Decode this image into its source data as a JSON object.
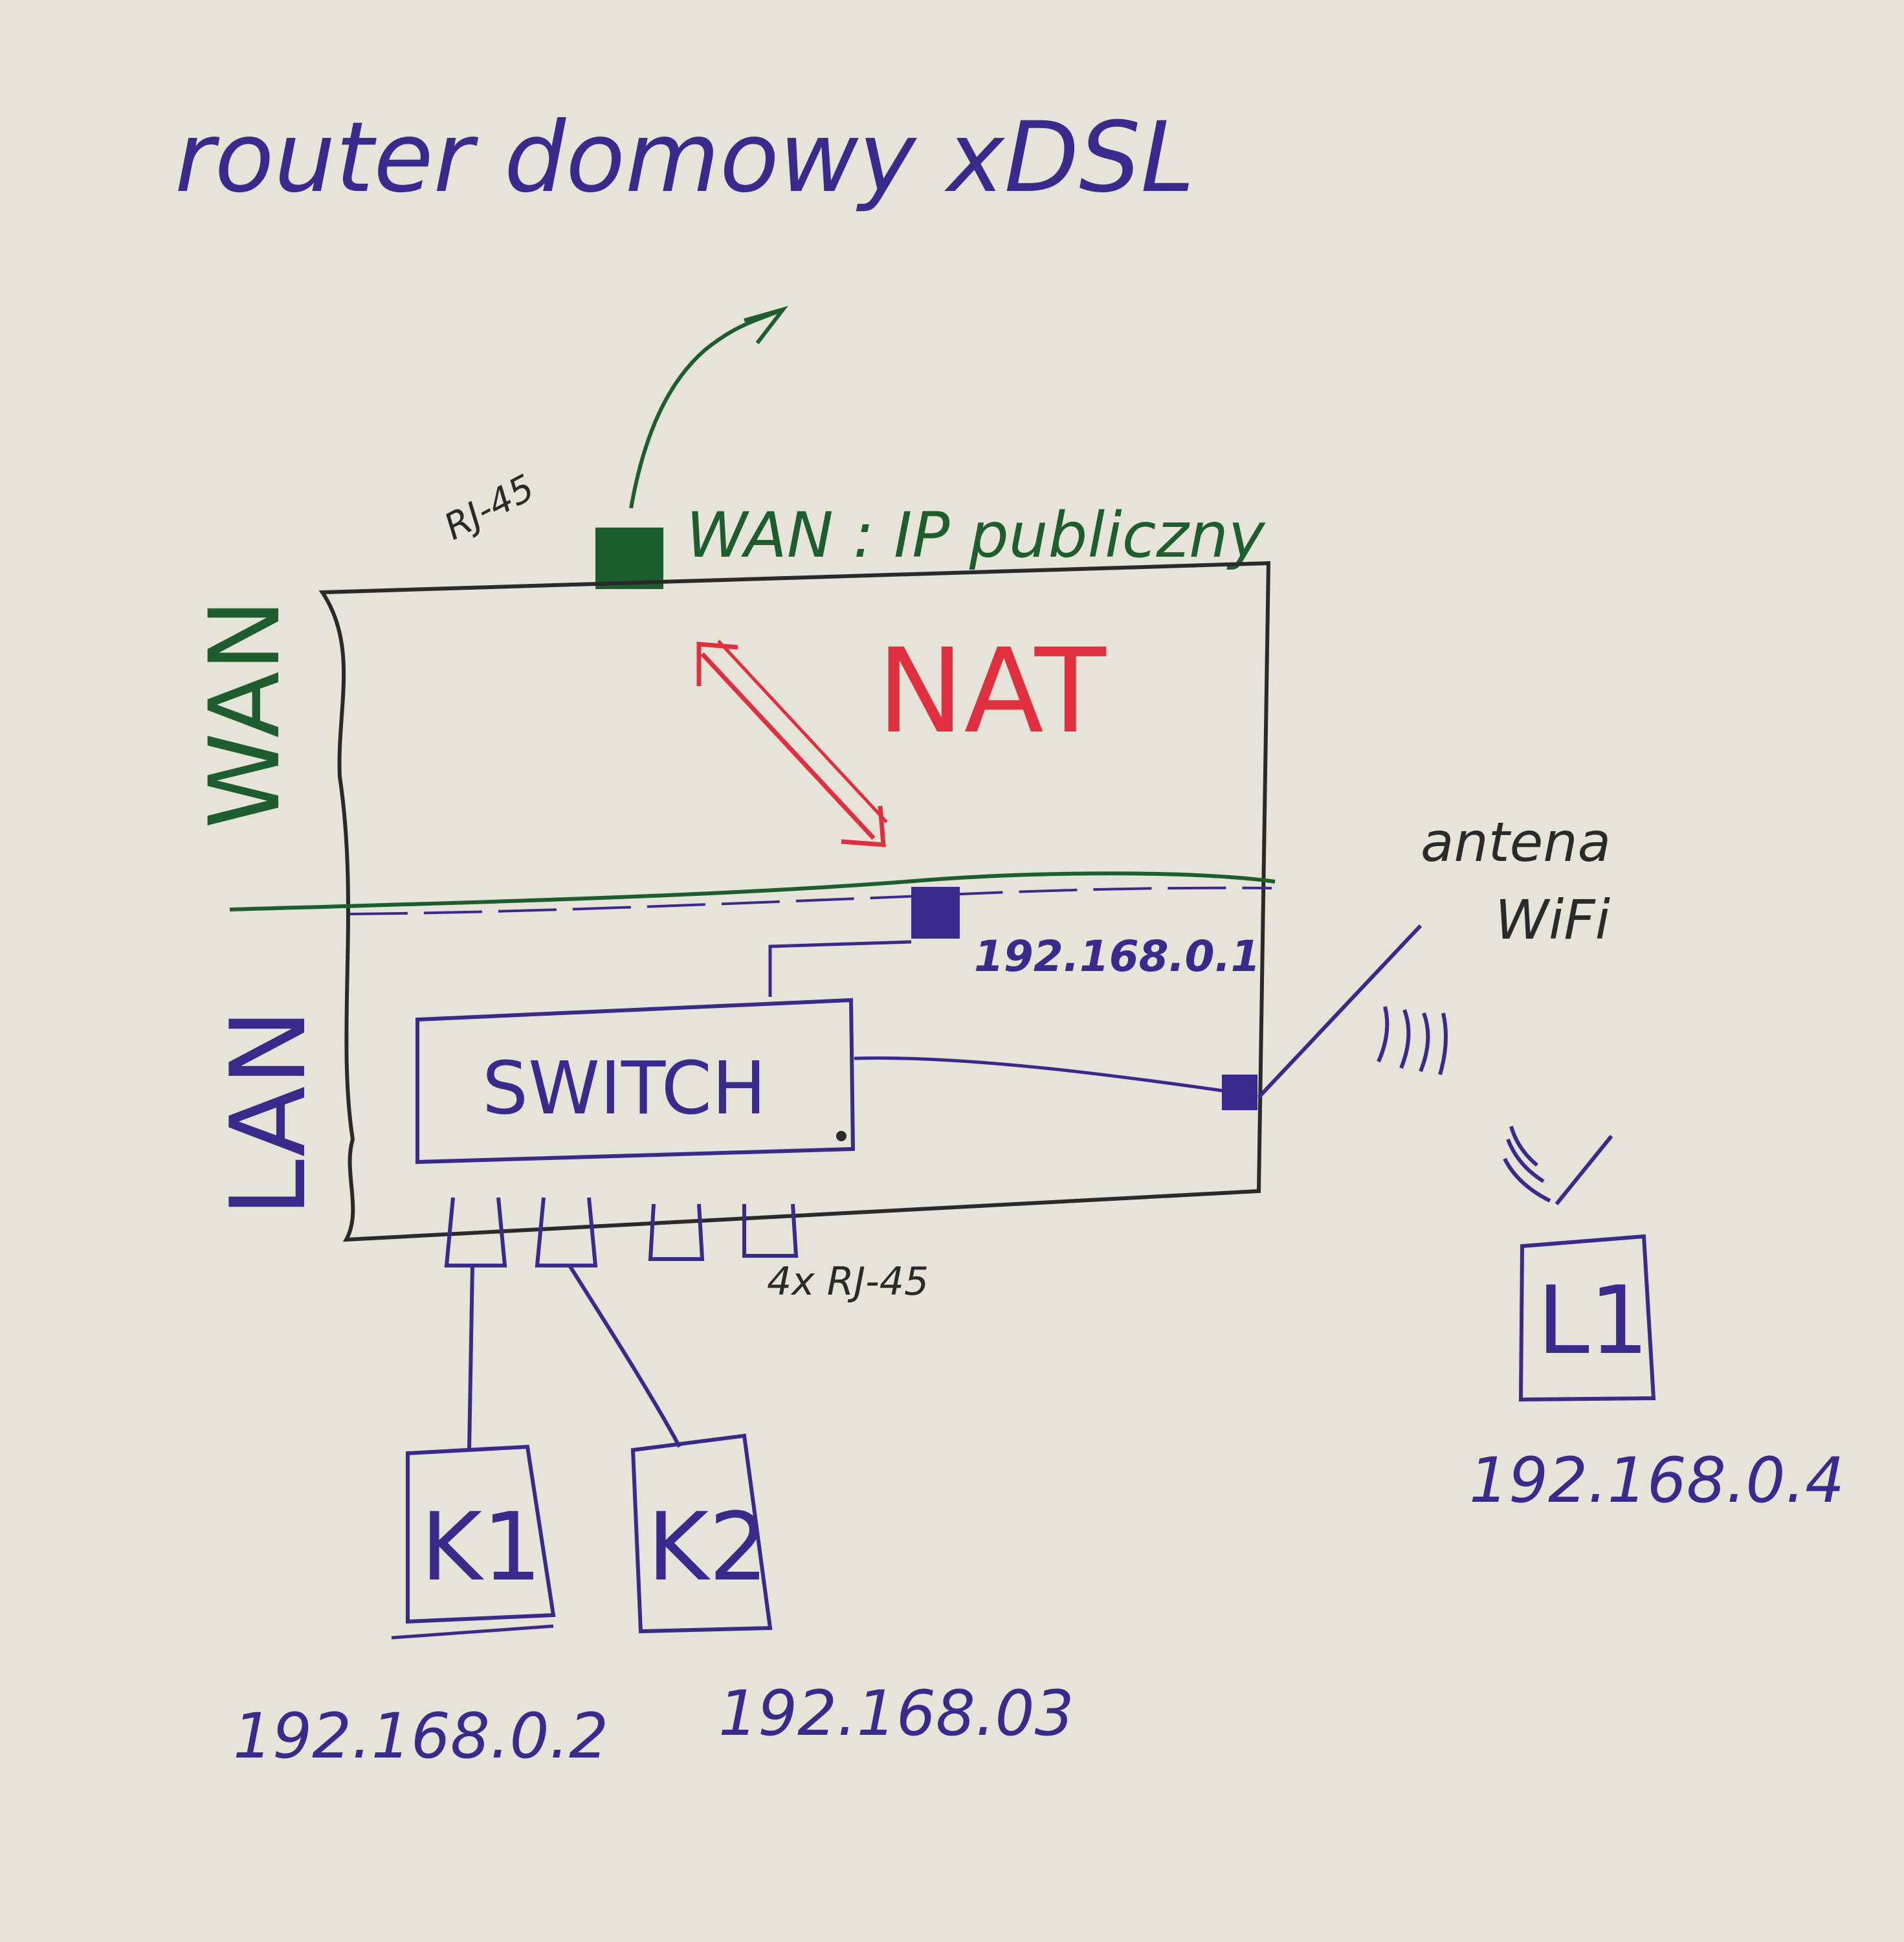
{
  "colors": {
    "paper": "#e6e4d8",
    "ink_blue": "#3a2a8c",
    "ink_green": "#1e5e2e",
    "ink_red": "#e03040",
    "ink_black": "#2a2a2a"
  },
  "title": "router domowy xDSL",
  "router": {
    "wan_port_label": "RJ-45",
    "wan_text": "WAN : IP publiczny",
    "nat_label": "NAT",
    "lan_ip": "192.168.0.1",
    "switch_label": "SWITCH",
    "lan_ports_label": "4x RJ-45"
  },
  "side_labels": {
    "wan": "WAN",
    "lan": "LAN"
  },
  "antenna_label_line1": "antena",
  "antenna_label_line2": "WiFi",
  "devices": [
    {
      "name": "K1",
      "ip": "192.168.0.2"
    },
    {
      "name": "K2",
      "ip": "192.168.03"
    },
    {
      "name": "L1",
      "ip": "192.168.0.4"
    }
  ]
}
